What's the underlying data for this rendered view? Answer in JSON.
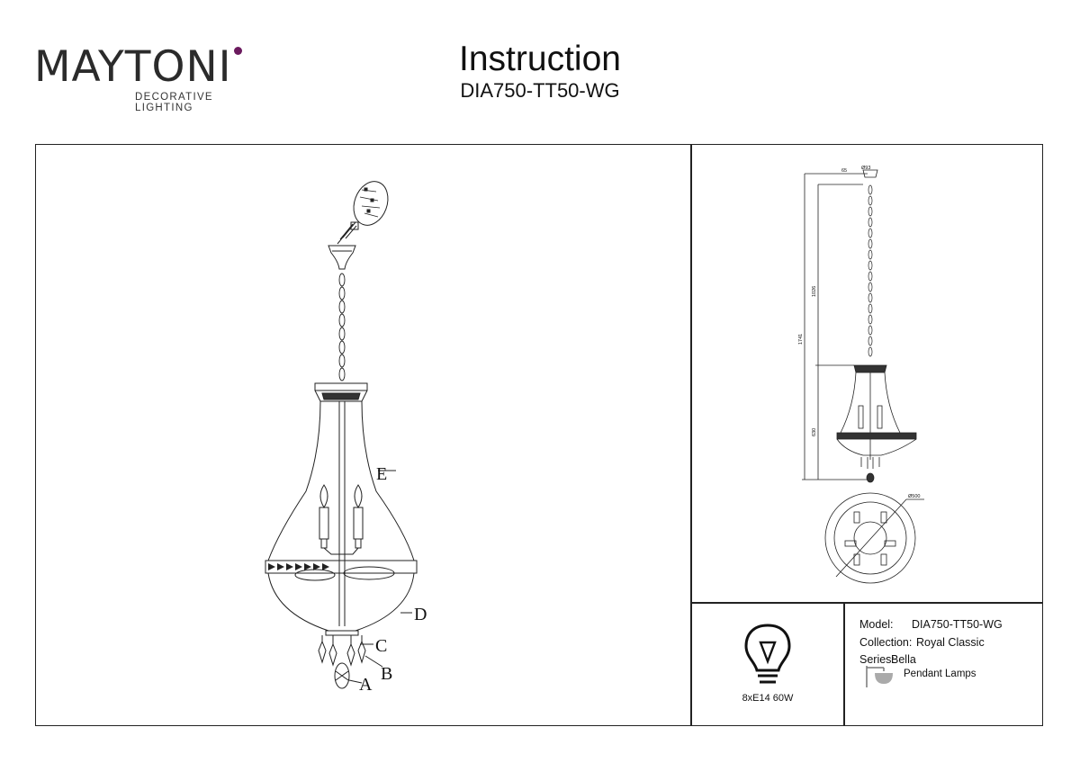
{
  "brand": {
    "name": "MAYTONI",
    "tagline": "DECORATIVE LIGHTING"
  },
  "header": {
    "title": "Instruction",
    "model_code": "DIA750-TT50-WG"
  },
  "drawing": {
    "parts": [
      "A",
      "B",
      "C",
      "D",
      "E"
    ]
  },
  "dimensions": {
    "top_offset": "65",
    "canopy_diameter": "Ø93",
    "chain_length": "1026",
    "total_height": "1741",
    "body_height": "630",
    "body_diameter": "Ø500"
  },
  "bulb": {
    "label": "8xE14 60W"
  },
  "specs": {
    "model_key": "Model:",
    "model_value": "DIA750-TT50-WG",
    "collection_key": "Collection:",
    "collection_value": "Royal Classic",
    "series_key": "Series:",
    "series_value": "Bella",
    "type_label": "Pendant Lamps"
  }
}
